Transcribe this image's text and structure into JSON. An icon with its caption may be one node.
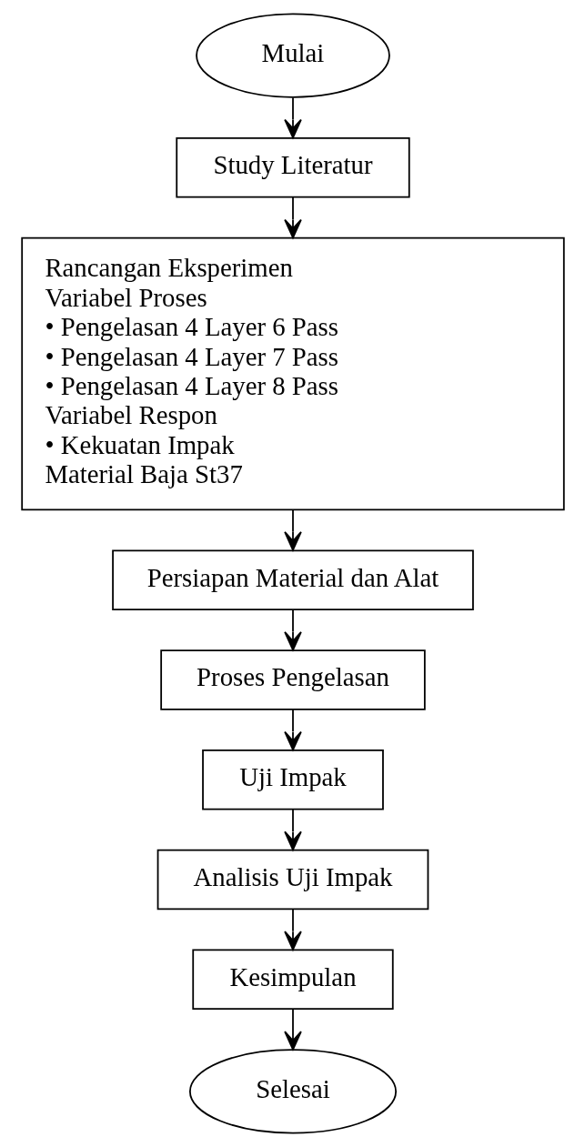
{
  "diagram": {
    "nodes": [
      {
        "text": [
          "Mulai"
        ]
      },
      {
        "text": [
          "Study Literatur"
        ]
      },
      {
        "text": [
          "Rancangan Eksperimen",
          "Variabel Proses",
          "• Pengelasan 4 Layer 6 Pass",
          "• Pengelasan 4 Layer 7 Pass",
          "• Pengelasan 4 Layer 8 Pass",
          "Variabel Respon",
          "• Kekuatan Impak",
          "Material Baja St37"
        ]
      },
      {
        "text": [
          "Persiapan Material dan Alat"
        ]
      },
      {
        "text": [
          "Proses Pengelasan"
        ]
      },
      {
        "text": [
          "Uji Impak"
        ]
      },
      {
        "text": [
          "Analisis Uji Impak"
        ]
      },
      {
        "text": [
          "Kesimpulan"
        ]
      },
      {
        "text": [
          "Selesai"
        ]
      }
    ],
    "edges": [
      {
        "from": 0,
        "to": 1,
        "arrow": "to"
      },
      {
        "from": 1,
        "to": 2,
        "arrow": "to"
      },
      {
        "from": 2,
        "to": 3,
        "arrow": "to"
      },
      {
        "from": 3,
        "to": 4,
        "arrow": "to"
      },
      {
        "from": 4,
        "to": 5,
        "arrow": "to"
      },
      {
        "from": 5,
        "to": 6,
        "arrow": "to"
      },
      {
        "from": 6,
        "to": 7,
        "arrow": "to"
      },
      {
        "from": 7,
        "to": 8,
        "arrow": "to"
      }
    ]
  }
}
